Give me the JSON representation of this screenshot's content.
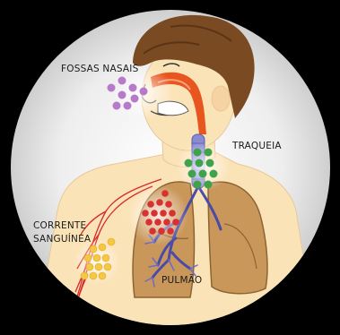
{
  "labels": {
    "fossas_nasais": "FOSSAS NASAIS",
    "traqueia": "TRAQUEIA",
    "corrente": "CORRENTE",
    "sanguinea": "SANGUÍNEA",
    "pulmao": "PULMÃO"
  },
  "colors": {
    "frame": "#000000",
    "background": "#f2f2f2",
    "skin": "#fbe3b8",
    "hair": "#7a4a22",
    "nasal_passage": "#e8551e",
    "lung": "#c9975a",
    "lung_dark": "#b98540",
    "airways": "#5a5ab4",
    "particles_nasal": "#b779c9",
    "particles_trachea": "#3fa34a",
    "particles_lung": "#d93030",
    "blood_vessel": "#d42a2a",
    "blood_particles": "#f4c842"
  }
}
